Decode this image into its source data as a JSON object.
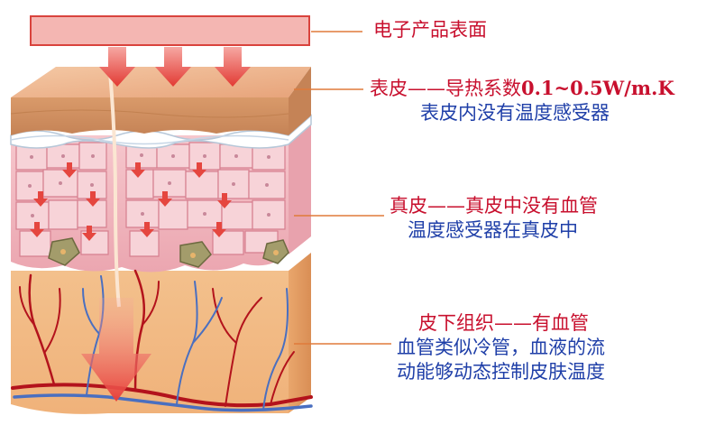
{
  "labels": {
    "surface": "电子产品表面",
    "epidermis_title": "表皮——导热系数",
    "epidermis_value": "0.1~0.5W/m.K",
    "epidermis_note": "表皮内没有温度感受器",
    "dermis_title": "真皮——真皮中没有血管",
    "dermis_note": "温度感受器在真皮中",
    "subcutaneous_title": "皮下组织——有血管",
    "subcutaneous_note_1": "血管类似冷管，血液的流",
    "subcutaneous_note_2": "动能够动态控制皮肤温度"
  },
  "colors": {
    "label_red": "#c8102e",
    "label_blue": "#1f3fa8",
    "surface_fill": "#f4b6b2",
    "heat_arrow": "#e8403a",
    "leader_line": "#e07a3a",
    "vessel_red": "#b3131c",
    "vessel_blue": "#4a6fc0"
  },
  "icons": {
    "heat_arrow": "heat-arrow-icon",
    "receptor": "thermoreceptor-icon"
  }
}
